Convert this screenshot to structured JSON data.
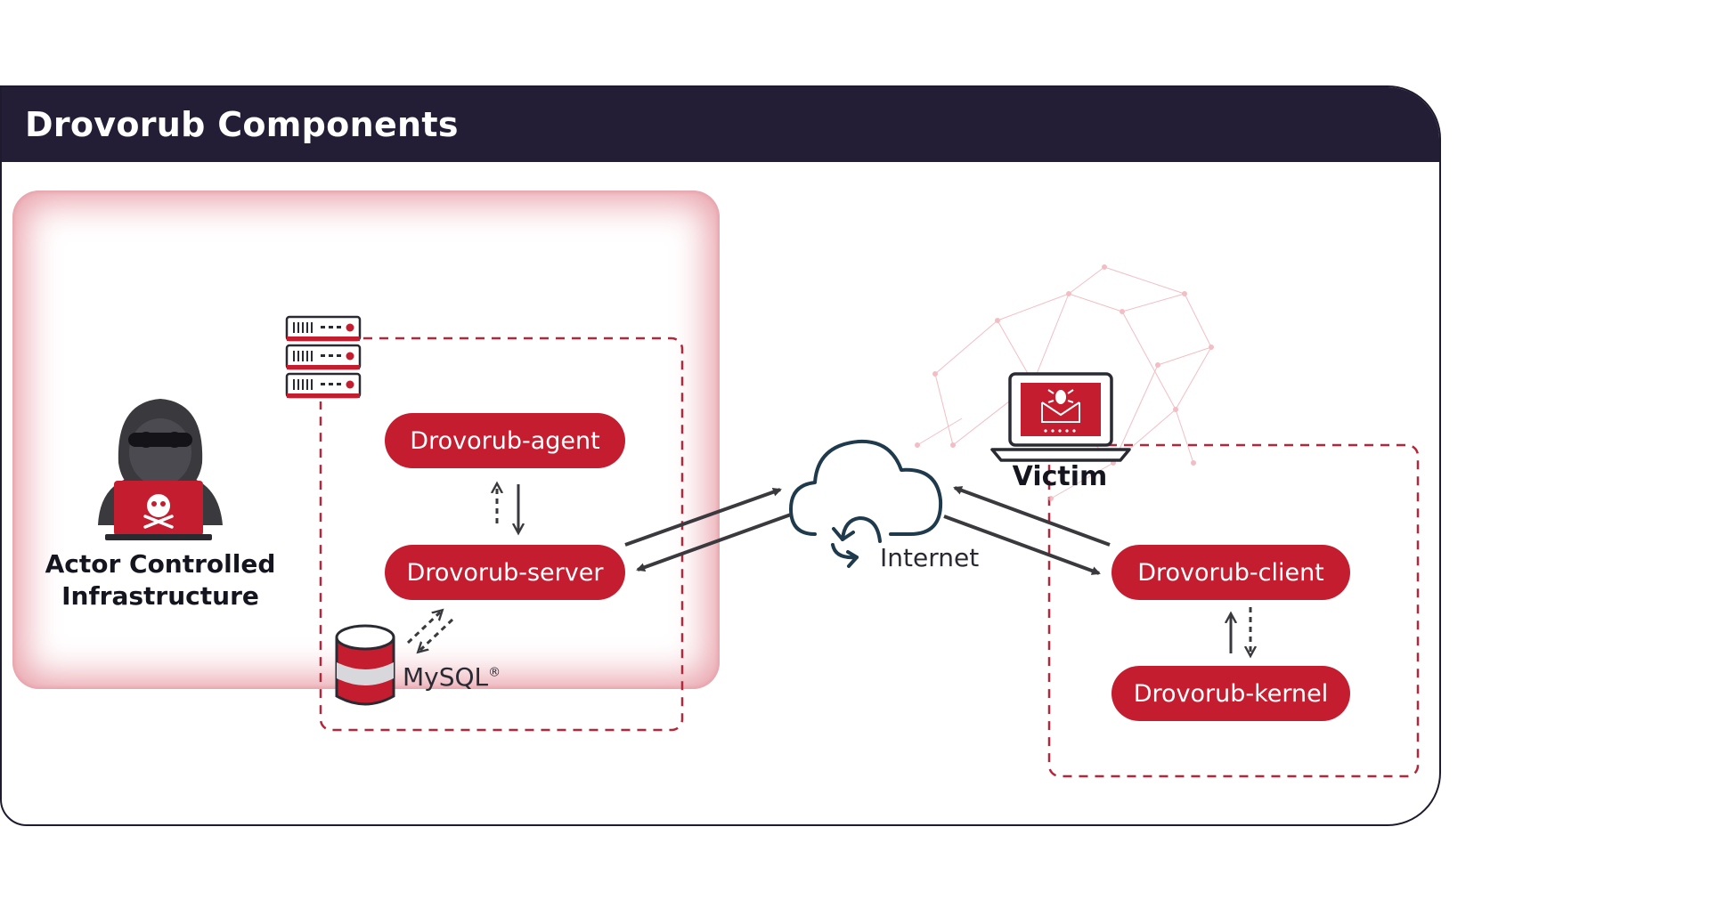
{
  "title": "Drovorub Components",
  "actor": {
    "label_line1": "Actor Controlled",
    "label_line2": "Infrastructure"
  },
  "components": {
    "agent": "Drovorub-agent",
    "server": "Drovorub-server",
    "client": "Drovorub-client",
    "kernel": "Drovorub-kernel"
  },
  "database": {
    "label": "MySQL",
    "mark": "®"
  },
  "network": {
    "label": "Internet"
  },
  "victim": {
    "label": "Victim"
  },
  "colors": {
    "header_bg": "#231e35",
    "component_red": "#c41d2f",
    "dashed_border": "#b0283a",
    "zone_glow": "#e9a3ac",
    "arrow": "#3a3a3e",
    "cloud": "#1e3a4c"
  },
  "icons": [
    "hacker-icon",
    "skull-icon",
    "server-rack-icon",
    "database-icon",
    "cloud-icon",
    "laptop-icon",
    "bug-mail-icon"
  ]
}
